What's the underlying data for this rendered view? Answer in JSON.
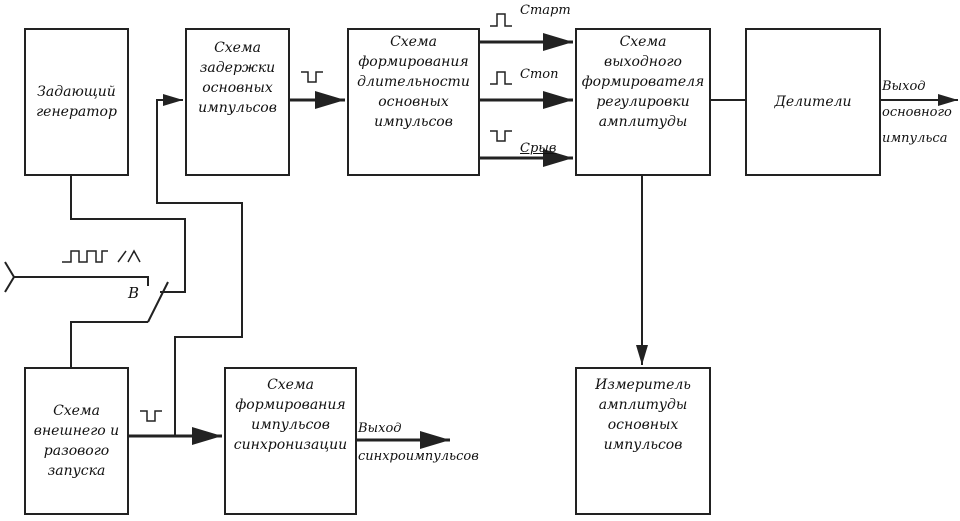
{
  "blocks": {
    "generator": [
      "Задающий",
      "генератор"
    ],
    "delay": [
      "Схема",
      "задержки",
      "основных",
      "импульсов"
    ],
    "duration": [
      "Схема",
      "формирования",
      "длительности",
      "основных",
      "импульсов"
    ],
    "output_former": [
      "Схема",
      "выходного",
      "формирователя",
      "регулировки",
      "амплитуды"
    ],
    "dividers": [
      "Делители"
    ],
    "external_start": [
      "Схема",
      "внешнего и",
      "разового",
      "запуска"
    ],
    "sync": [
      "Схема",
      "формирования",
      "импульсов",
      "синхронизации"
    ],
    "meter": [
      "Измеритель",
      "амплитуды",
      "основных",
      "импульсов"
    ]
  },
  "signals": {
    "start": "Старт",
    "stop": "Стоп",
    "breakdown": "Срыв",
    "switch": "В",
    "main_out": [
      "Выход",
      "основного",
      "импульса"
    ],
    "sync_out": [
      "Выход",
      "синхроимпульсов"
    ]
  },
  "colors": {
    "line": "#222222",
    "background": "#ffffff"
  }
}
